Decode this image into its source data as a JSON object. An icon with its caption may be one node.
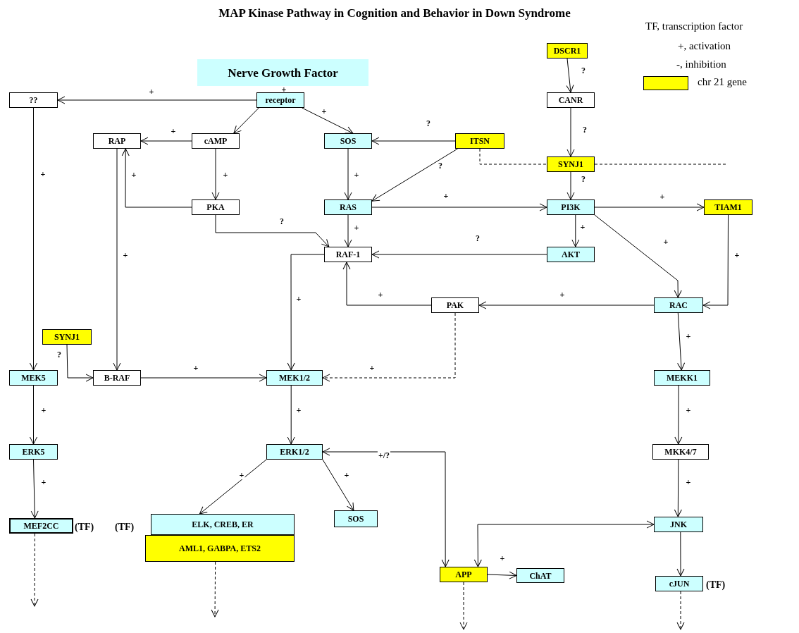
{
  "diagram": {
    "title": "MAP Kinase Pathway in Cognition and Behavior in Down Syndrome",
    "nodes": [
      {
        "text": [
          "Nerve Growth Factor"
        ]
      },
      {
        "text": [
          "receptor"
        ]
      },
      {
        "text": [
          "??"
        ]
      },
      {
        "text": [
          "RAP"
        ]
      },
      {
        "text": [
          "cAMP"
        ]
      },
      {
        "text": [
          "SOS"
        ]
      },
      {
        "text": [
          "ITSN"
        ]
      },
      {
        "text": [
          "DSCR1"
        ]
      },
      {
        "text": [
          "CANR"
        ]
      },
      {
        "text": [
          "SYNJ1"
        ]
      },
      {
        "text": [
          "PKA"
        ]
      },
      {
        "text": [
          "RAS"
        ]
      },
      {
        "text": [
          "PI3K"
        ]
      },
      {
        "text": [
          "TIAM1"
        ]
      },
      {
        "text": [
          "RAF-1"
        ]
      },
      {
        "text": [
          "AKT"
        ]
      },
      {
        "text": [
          "PAK"
        ]
      },
      {
        "text": [
          "RAC"
        ]
      },
      {
        "text": [
          "SYNJ1"
        ]
      },
      {
        "text": [
          "MEK5"
        ]
      },
      {
        "text": [
          "B-RAF"
        ]
      },
      {
        "text": [
          "MEK1/2"
        ]
      },
      {
        "text": [
          "MEKK1"
        ]
      },
      {
        "text": [
          "ERK5"
        ]
      },
      {
        "text": [
          "ERK1/2"
        ]
      },
      {
        "text": [
          "MKK4/7"
        ]
      },
      {
        "text": [
          "MEF2CC"
        ],
        "beside": [
          "(TF)"
        ]
      },
      {
        "text": [
          "ELK, CREB, ER"
        ],
        "beside": [
          "(TF)"
        ]
      },
      {
        "text": [
          "AML1, GABPA, ETS2"
        ]
      },
      {
        "text": [
          "SOS"
        ]
      },
      {
        "text": [
          "JNK"
        ]
      },
      {
        "text": [
          "APP"
        ]
      },
      {
        "text": [
          "ChAT"
        ]
      },
      {
        "text": [
          "cJUN"
        ],
        "beside": [
          "(TF)"
        ]
      }
    ],
    "edges": [
      {
        "from": 1,
        "to": 2,
        "arrow": "to",
        "label": "+"
      },
      {
        "from": 1,
        "to": 4,
        "arrow": "to"
      },
      {
        "from": 1,
        "to": 5,
        "arrow": "to",
        "label": "+"
      },
      {
        "from": 4,
        "to": 3,
        "arrow": "to",
        "label": "+"
      },
      {
        "from": 4,
        "to": 10,
        "arrow": "to",
        "label": "+"
      },
      {
        "from": 10,
        "to": 3,
        "arrow": "to",
        "label": "+"
      },
      {
        "from": 10,
        "to": 14,
        "arrow": "to",
        "label": "?"
      },
      {
        "from": 6,
        "to": 5,
        "arrow": "to",
        "label": "?"
      },
      {
        "from": 6,
        "to": 11,
        "arrow": "to",
        "label": "?"
      },
      {
        "from": 5,
        "to": 11,
        "arrow": "to",
        "label": "+"
      },
      {
        "from": 11,
        "to": 14,
        "arrow": "to",
        "label": "+"
      },
      {
        "from": 11,
        "to": 12,
        "arrow": "to",
        "label": "+"
      },
      {
        "from": 7,
        "to": 8,
        "arrow": "to",
        "label": "?"
      },
      {
        "from": 8,
        "to": 9,
        "arrow": "to",
        "label": "?"
      },
      {
        "from": 9,
        "to": 12,
        "arrow": "to",
        "label": "?"
      },
      {
        "from": 6,
        "to": 9,
        "arrow": "none",
        "style": "dashed"
      },
      {
        "from": 9,
        "to": null,
        "arrow": "none",
        "style": "dashed"
      },
      {
        "from": 12,
        "to": 13,
        "arrow": "to",
        "label": "+"
      },
      {
        "from": 12,
        "to": 15,
        "arrow": "to",
        "label": "+"
      },
      {
        "from": 12,
        "to": 17,
        "arrow": "to",
        "label": "+"
      },
      {
        "from": 13,
        "to": 17,
        "arrow": "to",
        "label": "+"
      },
      {
        "from": 15,
        "to": 14,
        "arrow": "to",
        "label": "?"
      },
      {
        "from": 17,
        "to": 16,
        "arrow": "to",
        "label": "+"
      },
      {
        "from": 16,
        "to": 14,
        "arrow": "to",
        "label": "+"
      },
      {
        "from": 16,
        "to": 21,
        "arrow": "to",
        "label": "+",
        "style": "dashed"
      },
      {
        "from": 14,
        "to": 21,
        "arrow": "to",
        "label": "+"
      },
      {
        "from": 2,
        "to": 19,
        "arrow": "to",
        "label": "+"
      },
      {
        "from": 3,
        "to": 20,
        "arrow": "to",
        "label": "+"
      },
      {
        "from": 18,
        "to": 20,
        "arrow": "to",
        "label": "?"
      },
      {
        "from": 20,
        "to": 21,
        "arrow": "to",
        "label": "+"
      },
      {
        "from": 19,
        "to": 23,
        "arrow": "to",
        "label": "+"
      },
      {
        "from": 23,
        "to": 26,
        "arrow": "to",
        "label": "+"
      },
      {
        "from": 21,
        "to": 24,
        "arrow": "to",
        "label": "+"
      },
      {
        "from": 24,
        "to": 27,
        "arrow": "to",
        "label": "+"
      },
      {
        "from": 24,
        "to": 29,
        "arrow": "to",
        "label": "+"
      },
      {
        "from": 31,
        "to": 24,
        "arrow": "both",
        "label": "+/?"
      },
      {
        "from": 17,
        "to": 22,
        "arrow": "to",
        "label": "+"
      },
      {
        "from": 22,
        "to": 25,
        "arrow": "to",
        "label": "+"
      },
      {
        "from": 25,
        "to": 30,
        "arrow": "to",
        "label": "+"
      },
      {
        "from": 30,
        "to": 31,
        "arrow": "both"
      },
      {
        "from": 30,
        "to": 33,
        "arrow": "to"
      },
      {
        "from": 31,
        "to": 32,
        "arrow": "to",
        "label": "+"
      },
      {
        "from": 26,
        "to": null,
        "arrow": "to",
        "style": "dashed"
      },
      {
        "from": 28,
        "to": null,
        "arrow": "to",
        "style": "dashed"
      },
      {
        "from": 31,
        "to": null,
        "arrow": "to",
        "style": "dashed"
      },
      {
        "from": 33,
        "to": null,
        "arrow": "to",
        "style": "dashed"
      }
    ],
    "labels": [
      "+"
    ],
    "legend": [
      {
        "text": "TF, transcription factor"
      },
      {
        "text": "+, activation"
      },
      {
        "text": "-, inhibition"
      },
      {
        "text": "chr 21 gene",
        "color": "#ffff00"
      }
    ]
  }
}
